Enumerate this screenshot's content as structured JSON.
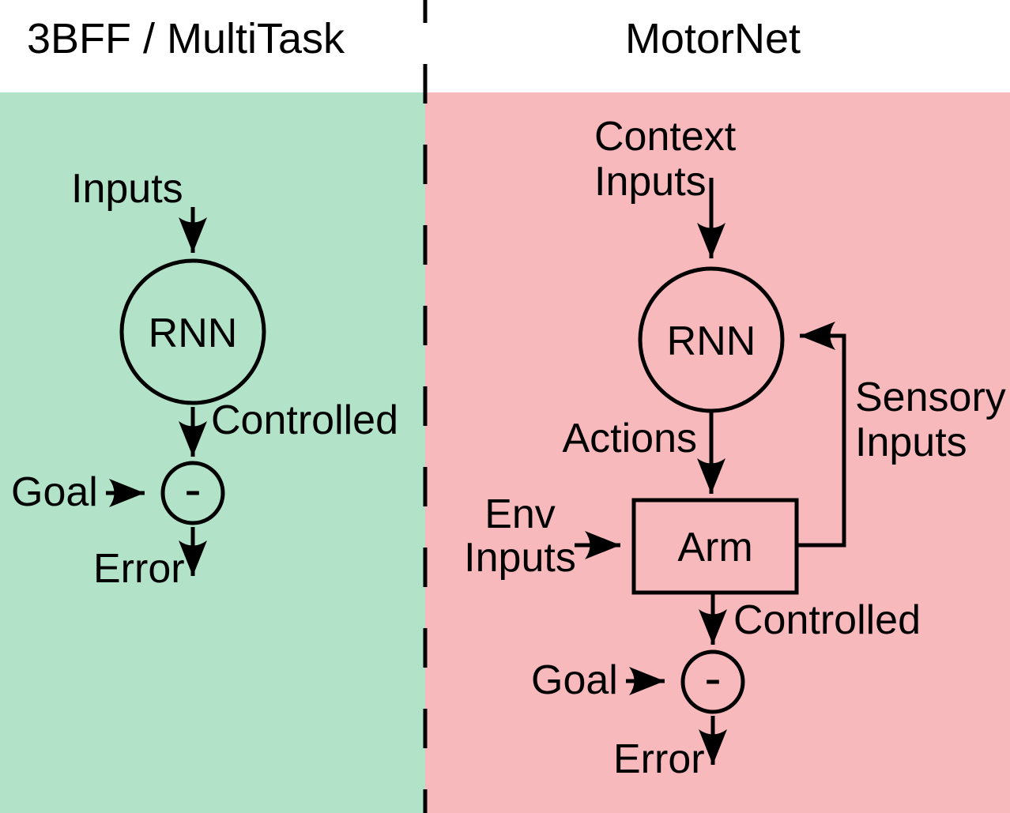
{
  "header": {
    "left_title": "3BFF / MultiTask",
    "right_title": "MotorNet"
  },
  "colors": {
    "left_panel_bg": "#b2e2c8",
    "right_panel_bg": "#f8b9bc",
    "divider": "#000000",
    "ink": "#000000",
    "header_bg": "#ffffff"
  },
  "left_panel": {
    "labels": {
      "inputs": "Inputs",
      "rnn": "RNN",
      "controlled": "Controlled",
      "goal": "Goal",
      "minus": "-",
      "error": "Error"
    }
  },
  "right_panel": {
    "labels": {
      "context_line1": "Context",
      "context_line2": "Inputs",
      "rnn": "RNN",
      "actions": "Actions",
      "sensory_line1": "Sensory",
      "sensory_line2": "Inputs",
      "env_line1": "Env",
      "env_line2": "Inputs",
      "arm": "Arm",
      "controlled": "Controlled",
      "goal": "Goal",
      "minus": "-",
      "error": "Error"
    }
  }
}
